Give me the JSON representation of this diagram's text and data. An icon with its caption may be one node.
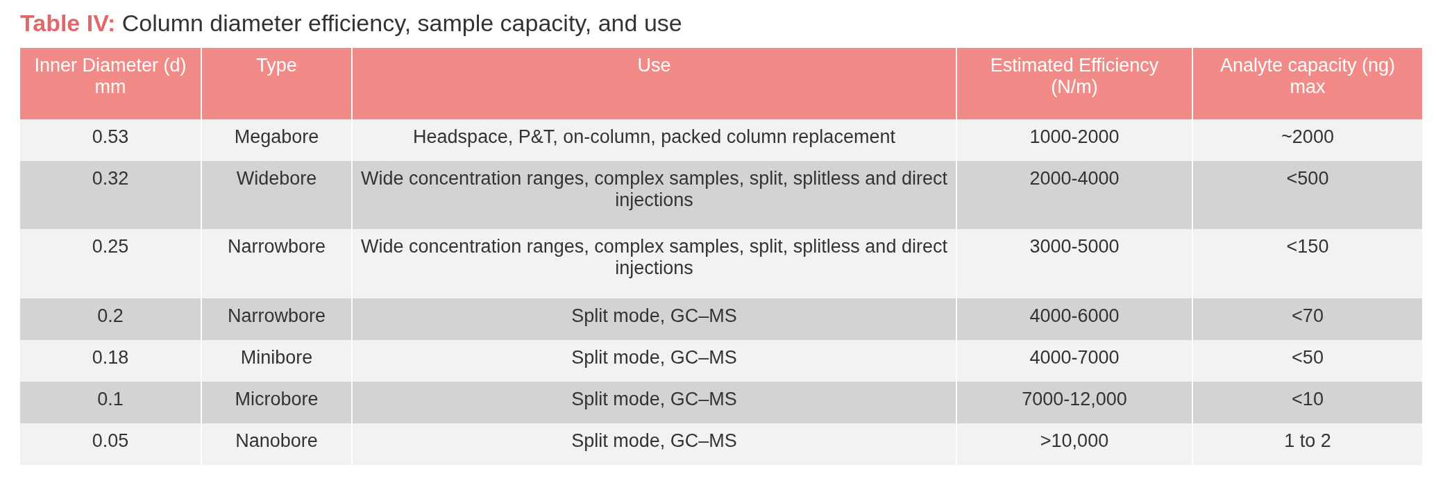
{
  "diagram": {
    "title": "**Table IV:** Column diameter efficiency, sample capacity, and use",
    "labels": [
      "Inner Diameter (d) mm",
      "Type",
      "Use",
      "Estimated Efficiency (N/m)",
      "Analyte capacity (ng) max",
      "0.53",
      "Megabore",
      "Headspace, P&T, on-column, packed column replacement",
      "1000-2000",
      "~2000",
      "0.32",
      "Widebore",
      "Wide concentration ranges, complex samples, split, splitless and direct injections",
      "2000-4000",
      "<500",
      "0.25",
      "Narrowbore",
      "Wide concentration ranges, complex samples, split, splitless and direct injections",
      "3000-5000",
      "<150",
      "0.2",
      "Narrowbore",
      "Split mode, GC–MS",
      "4000-6000",
      "<70",
      "0.18",
      "Minibore",
      "Split mode, GC–MS",
      "4000-7000",
      "<50",
      "0.1",
      "Microbore",
      "Split mode, GC–MS",
      "7000-12,000",
      "<10",
      "0.05",
      "Nanobore",
      "Split mode, GC–MS",
      ">10,000",
      "1 to 2"
    ]
  }
}
